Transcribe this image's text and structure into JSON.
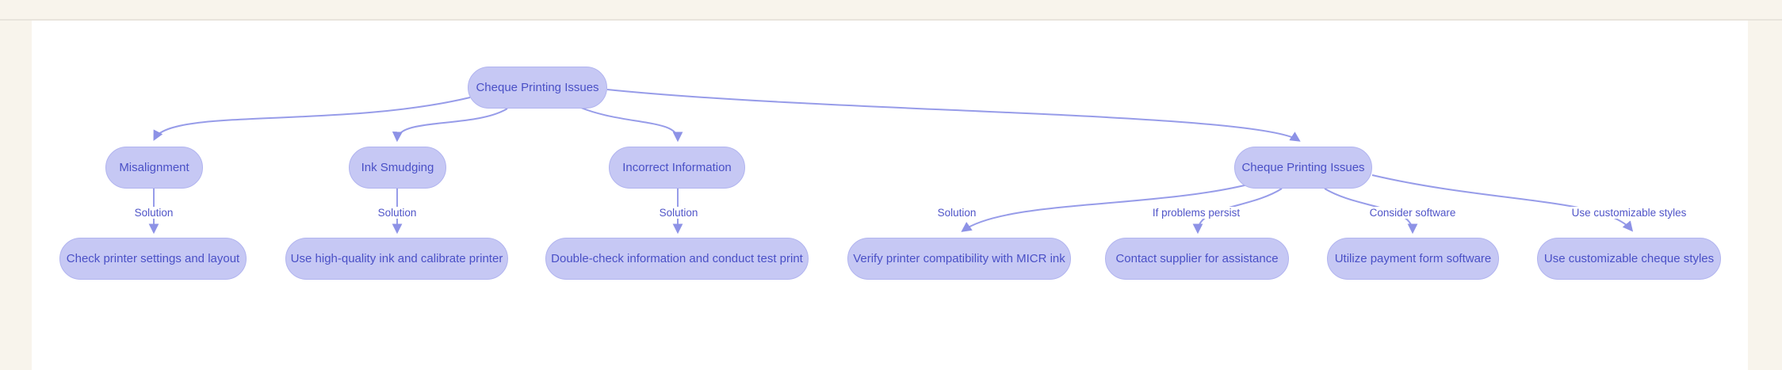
{
  "page": {
    "background_color": "#f8f4ec",
    "canvas_color": "#ffffff",
    "divider_color": "#e8e4dc"
  },
  "diagram": {
    "type": "mindmap",
    "colors": {
      "node_fill": "#c6c8f4",
      "node_border": "#b1b4ef",
      "node_text": "#4a50c6",
      "edge_stroke": "#979ce9",
      "edge_label_text": "#5055c8"
    },
    "root": {
      "label": "Cheque Printing Issues"
    },
    "branches": [
      {
        "label": "Misalignment",
        "children": [
          {
            "edge_label": "Solution",
            "label": "Check printer settings and layout"
          }
        ]
      },
      {
        "label": "Ink Smudging",
        "children": [
          {
            "edge_label": "Solution",
            "label": "Use high-quality ink and calibrate printer"
          }
        ]
      },
      {
        "label": "Incorrect Information",
        "children": [
          {
            "edge_label": "Solution",
            "label": "Double-check information and conduct test print"
          }
        ]
      },
      {
        "label": "Cheque Printing Issues",
        "children": [
          {
            "edge_label": "Solution",
            "label": "Verify printer compatibility with MICR ink"
          },
          {
            "edge_label": "If problems persist",
            "label": "Contact supplier for assistance"
          },
          {
            "edge_label": "Consider software",
            "label": "Utilize payment form software"
          },
          {
            "edge_label": "Use customizable styles",
            "label": "Use customizable cheque styles"
          }
        ]
      }
    ]
  }
}
